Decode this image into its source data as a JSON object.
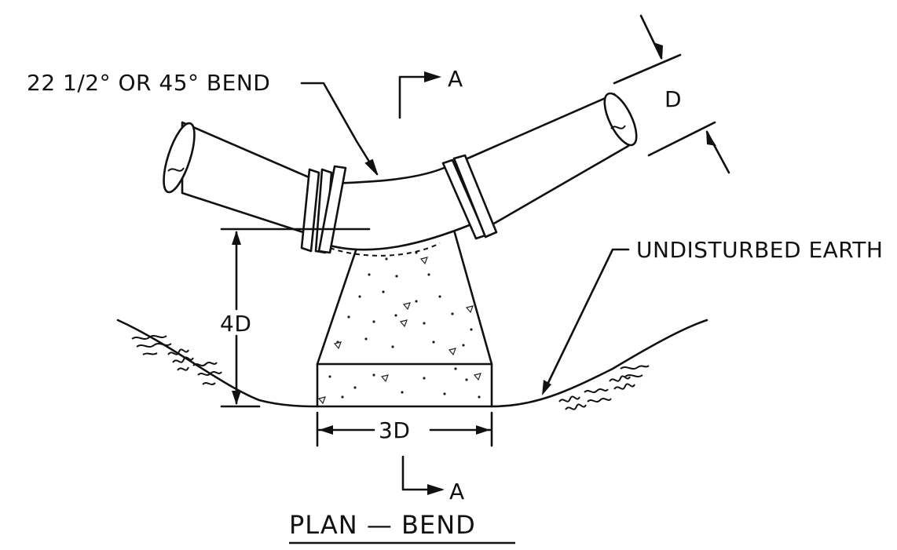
{
  "diagram": {
    "labels": {
      "bend": "22 1/2° OR 45° BEND",
      "section_top": "A",
      "section_bottom": "A",
      "diameter": "D",
      "height": "4D",
      "width": "3D",
      "earth": "UNDISTURBED EARTH"
    },
    "title": "PLAN — BEND"
  }
}
